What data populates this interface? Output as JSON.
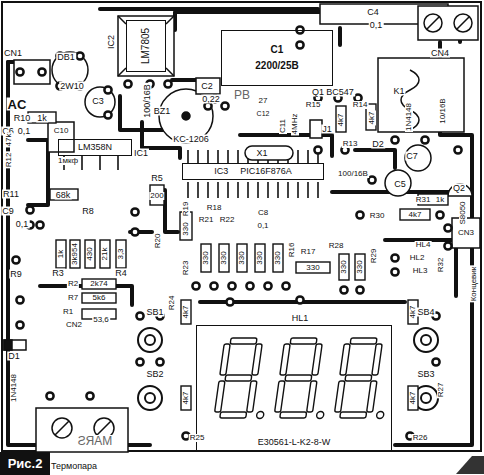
{
  "diagram": {
    "caption": "Рис.2",
    "nodes": [
      {
        "text": [
          "LM7805"
        ]
      },
      {
        "text": [
          "C1",
          "2200/25B"
        ]
      },
      {
        "text": [
          "LM358N"
        ]
      },
      {
        "text": [
          "IC3",
          "PIC16F876A"
        ]
      },
      {
        "text": [
          "E30561-L-K2-8-W"
        ]
      }
    ],
    "labels": [
      "C4",
      "0,1",
      "IC2",
      "CN1",
      "DB1",
      "2W10",
      "CN4",
      "K1",
      "AC",
      "C2",
      "0,22",
      "C3",
      "100/16B",
      "PB",
      "BZ1",
      "Q1",
      "BC547",
      "27",
      "C12",
      "C11",
      "4MHz",
      "R15",
      "J1",
      "4k7",
      "R14",
      "4k7",
      "R13",
      "1N4148",
      "10/16B",
      "R10",
      "1k",
      "C6",
      "0,1",
      "C10",
      "47k",
      "R12",
      "IC1",
      "KC-1206",
      "X1",
      "D2",
      "C7",
      "1мкф",
      "100/16B",
      "C5",
      "R5",
      "200",
      "R11",
      "68k",
      "R31",
      "1k",
      "Q2",
      "S8050",
      "C9",
      "0,1",
      "R8",
      "R19",
      "330",
      "R18",
      "R21",
      "R22",
      "C8",
      "0,1",
      "R30",
      "4k7",
      "CN3",
      "R20",
      "1k",
      "3k954",
      "430",
      "21k",
      "3,3",
      "R9",
      "R3",
      "R4",
      "R23",
      "330",
      "330",
      "330",
      "330",
      "330",
      "R16",
      "R17",
      "330",
      "R28",
      "330",
      "330",
      "R29",
      "HL4",
      "HL2",
      "HL3",
      "R32",
      "Концевик",
      "R2",
      "2k74",
      "R7",
      "5k6",
      "R1",
      "53,6",
      "CN2",
      "SB1",
      "SB2",
      "SB4",
      "SB3",
      "R24",
      "4k7",
      "4k7",
      "R25",
      "HL1",
      "4k7",
      "4k7",
      "R27",
      "R26",
      "D1",
      "1N4148",
      "MARS",
      "Термопара"
    ]
  }
}
